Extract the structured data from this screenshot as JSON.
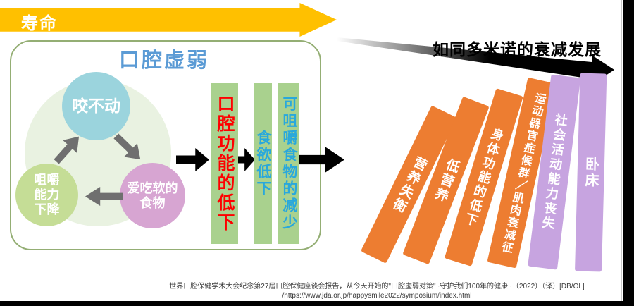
{
  "palette": {
    "lifespan_yellow": "#FFC000",
    "title_blue": "#5B9BD5",
    "bar_green": "#A9D18E",
    "red_text": "#FF0000",
    "blue_text": "#29A8DC",
    "domino_orange": "#ED7D31",
    "domino_purple": "#C7A4E0",
    "circle_cyan": "#9BD4DD",
    "circle_green": "#C5DD96",
    "circle_pink": "#D7A5D2",
    "bg_circle_green": "#E9F2E1"
  },
  "lifespan_arrow": {
    "label": "寿命",
    "color": "#FFC000"
  },
  "frailty_box": {
    "title": "口腔虚弱",
    "title_color": "#5B9BD5",
    "circles": {
      "bite": {
        "label": "咬不动",
        "color": "#9BD4DD"
      },
      "chew": {
        "label": "咀嚼能力下降",
        "lines": [
          "咀嚼",
          "能力",
          "下降"
        ],
        "color": "#C5DD96"
      },
      "soft": {
        "label": "爱吃软的食物",
        "lines": [
          "爱吃软的",
          "食物"
        ],
        "color": "#D7A5D2"
      }
    }
  },
  "bars": [
    {
      "label": "口腔功能的低下",
      "fill": "#A9D18E",
      "text_color": "#FF0000"
    },
    {
      "label": "食欲低下",
      "fill": "#A9D18E",
      "text_color": "#29A8DC"
    },
    {
      "label": "可咀嚼食物的减少",
      "fill": "#A9D18E",
      "text_color": "#29A8DC"
    }
  ],
  "domino_section": {
    "title": "如同多米诺的衰减发展",
    "tiles": [
      {
        "label": "营养失衡",
        "color": "#ED7D31"
      },
      {
        "label": "低营养",
        "color": "#ED7D31"
      },
      {
        "label": "身体功能的低下",
        "color": "#ED7D31"
      },
      {
        "label": "运动器官症候群／肌肉衰减征",
        "color": "#ED7D31"
      },
      {
        "label": "社会活动能力丧失",
        "color": "#C7A4E0"
      },
      {
        "label": "卧床",
        "color": "#C7A4E0"
      }
    ]
  },
  "citation": {
    "line1": "世界口腔保健学术大会纪念第27届口腔保健座谈会报告，从今天开始的\"口腔虚弱对策\"~守护我们100年的健康~（2022）（译）[DB/OL]",
    "line2": "/https://www.jda.or.jp/happysmile2022/symposium/index.html"
  }
}
